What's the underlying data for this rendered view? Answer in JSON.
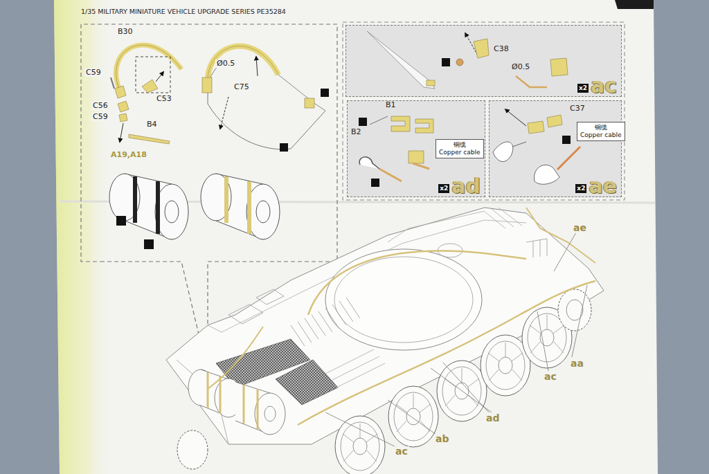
{
  "diagram": {
    "title": "1/35 MILITARY MINIATURE VEHICLE UPGRADE SERIES PE35284",
    "nodes": [
      {
        "text": [
          "ac"
        ]
      },
      {
        "text": [
          "x2"
        ],
        "in": 0
      },
      {
        "text": [
          "ad"
        ]
      },
      {
        "text": [
          "x2"
        ],
        "in": 2
      },
      {
        "text": [
          "铜缆",
          "Copper cable"
        ],
        "in": 2
      },
      {
        "text": [
          "ae"
        ]
      },
      {
        "text": [
          "x2"
        ],
        "in": 5
      },
      {
        "text": [
          "铜缆",
          "Copper cable"
        ],
        "in": 5
      }
    ],
    "labels": [
      "B30",
      "C59",
      "C53",
      "C56",
      "C59",
      "B4",
      "A19,A18",
      "Ø0.5",
      "C75",
      "C38",
      "Ø0.5",
      "B1",
      "B2",
      "C37",
      "ae",
      "aa",
      "ac",
      "ad",
      "ab",
      "ac"
    ]
  }
}
